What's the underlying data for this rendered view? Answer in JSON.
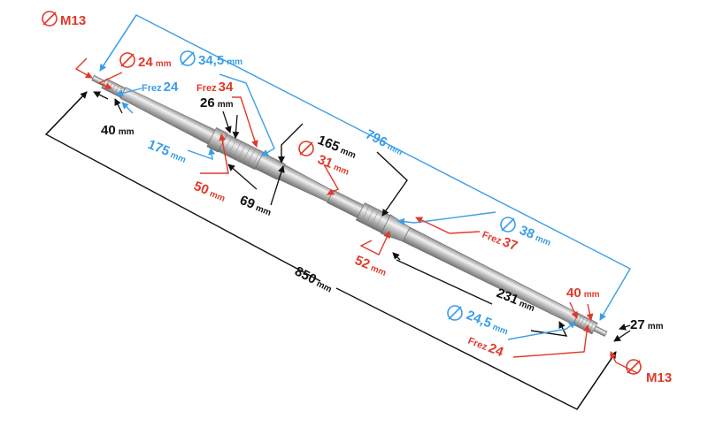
{
  "colors": {
    "red": "#e03a2a",
    "blue": "#3a9ee6",
    "black": "#111111",
    "shaft_light": "#e9e9e9",
    "shaft_mid": "#b9b9b9",
    "shaft_dark": "#7d7d7d"
  },
  "icons": {
    "diameter": "diameter-symbol-icon"
  },
  "unit": "mm",
  "frez": "Frez",
  "thread_left": "M13",
  "thread_right": "M13",
  "dims": {
    "d24": "24",
    "d345": "34,5",
    "frez24_left": "24",
    "frez34": "34",
    "len26": "26",
    "len40_left": "40",
    "len175": "175",
    "len50": "50",
    "len69": "69",
    "len165": "165",
    "d31": "31",
    "len796": "796",
    "d38": "38",
    "frez37": "37",
    "len52": "52",
    "len850": "850",
    "len231": "231",
    "len40_right": "40",
    "len27": "27",
    "d245": "24,5",
    "frez24_right": "24"
  }
}
